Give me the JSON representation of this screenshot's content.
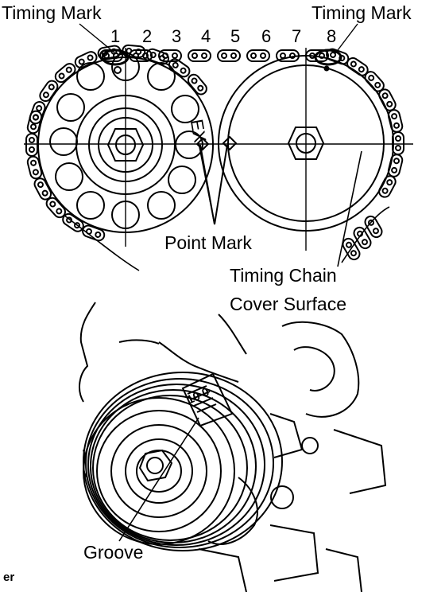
{
  "labels": {
    "timing_mark_left": "Timing Mark",
    "timing_mark_right": "Timing Mark",
    "point_mark": "Point Mark",
    "timing_chain_cover_surface_line1": "Timing Chain",
    "timing_chain_cover_surface_line2": "Cover Surface",
    "groove": "Groove",
    "ex_mark": "EX",
    "corner_code": "er"
  },
  "chain_link_numbers": [
    "1",
    "2",
    "3",
    "4",
    "5",
    "6",
    "7",
    "8"
  ]
}
